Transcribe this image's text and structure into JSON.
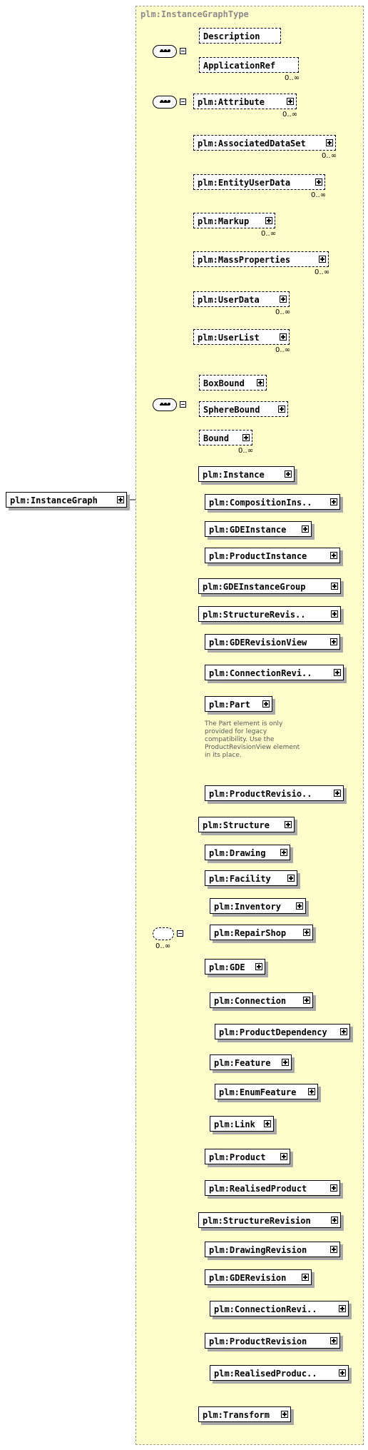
{
  "type_label": "plm:InstanceGraphType",
  "root": "plm:InstanceGraph",
  "cardinality_unbounded": "0..∞",
  "documentation": "The Part element is only provided for legacy compatibility. Use the ProductRevisionView element in its place.",
  "groups": {
    "description_group": [
      "Description",
      "ApplicationRef"
    ],
    "attribute_group": [
      "plm:Attribute",
      "plm:AssociatedDataSet",
      "plm:EntityUserData",
      "plm:Markup",
      "plm:MassProperties",
      "plm:UserData",
      "plm:UserList"
    ],
    "bound_group": [
      "BoxBound",
      "SphereBound",
      "Bound"
    ],
    "choice_group": [
      "plm:Instance",
      "plm:CompositionIns..",
      "plm:GDEInstance",
      "plm:ProductInstance",
      "plm:GDEInstanceGroup",
      "plm:StructureRevis..",
      "plm:GDERevisionView",
      "plm:ConnectionRevi..",
      "plm:Part",
      "plm:ProductRevisio..",
      "plm:Structure",
      "plm:Drawing",
      "plm:Facility",
      "plm:Inventory",
      "plm:RepairShop",
      "plm:GDE",
      "plm:Connection",
      "plm:ProductDependency",
      "plm:Feature",
      "plm:EnumFeature",
      "plm:Link",
      "plm:Product",
      "plm:RealisedProduct",
      "plm:StructureRevision",
      "plm:DrawingRevision",
      "plm:GDERevision",
      "plm:ConnectionRevi..",
      "plm:ProductRevision",
      "plm:RealisedProduc..",
      "plm:Transform"
    ]
  },
  "colors": {
    "panel": "#ffffcc",
    "panel_border": "#999999",
    "shadow": "#a8a8a8",
    "doc_text": "#555555"
  }
}
